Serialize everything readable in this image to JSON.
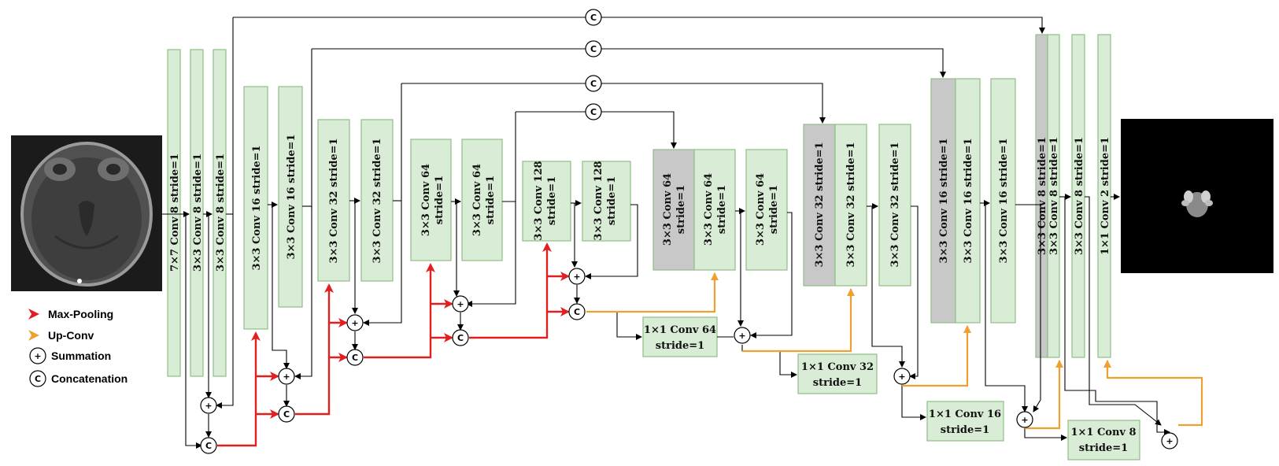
{
  "blocks": {
    "b1": "7×7 Conv 8 stride=1",
    "b2": "3×3 Conv 8 stride=1",
    "b3": "3×3 Conv 8 stride=1",
    "b4": "3×3 Conv 16 stride=1",
    "b5": "3×3 Conv 16 stride=1",
    "b6": "3×3 Conv 32 stride=1",
    "b7": "3×3 Conv 32 stride=1",
    "b8a": "3×3 Conv 64",
    "b8b": "stride=1",
    "b9a": "3×3 Conv 64",
    "b9b": "stride=1",
    "b10a": "3×3 Conv 128",
    "b10b": "stride=1",
    "b11a": "3×3 Conv 128",
    "b11b": "stride=1",
    "d1a": "3×3 Conv 64",
    "d1b": "stride=1",
    "d2a": "3×3 Conv 64",
    "d2b": "stride=1",
    "d3a": "3×3 Conv 64",
    "d3b": "stride=1",
    "d4": "3×3 Conv 32 stride=1",
    "d5": "3×3 Conv 32 stride=1",
    "d6": "3×3 Conv 32 stride=1",
    "d7": "3×3 Conv 16 stride=1",
    "d8": "3×3 Conv 16 stride=1",
    "d9": "3×3 Conv 16 stride=1",
    "d10": "3×3 Conv 8 stride=1",
    "d11": "3×3 Conv 8 stride=1",
    "d12": "3×3 Conv 8 stride=1",
    "d13": "1×1 Conv 2 stride=1",
    "p1a": "1×1 Conv 64",
    "p1b": "stride=1",
    "p2a": "1×1 Conv 32",
    "p2b": "stride=1",
    "p3a": "1×1 Conv 16",
    "p3b": "stride=1",
    "p4a": "1×1 Conv 8",
    "p4b": "stride=1"
  },
  "symbols": {
    "sum": "+",
    "concat": "C"
  },
  "legend": {
    "max_pooling": "Max-Pooling",
    "up_conv": "Up-Conv",
    "summation": "Summation",
    "concatenation": "Concatenation"
  },
  "colors": {
    "block_fill": "#d9ecd5",
    "block_gray": "#c8c8c8",
    "max_pooling": "#e02020",
    "up_conv": "#f0a030"
  },
  "icons": {
    "input_image": "mri-brain-scan",
    "output_image": "segmentation-mask"
  }
}
